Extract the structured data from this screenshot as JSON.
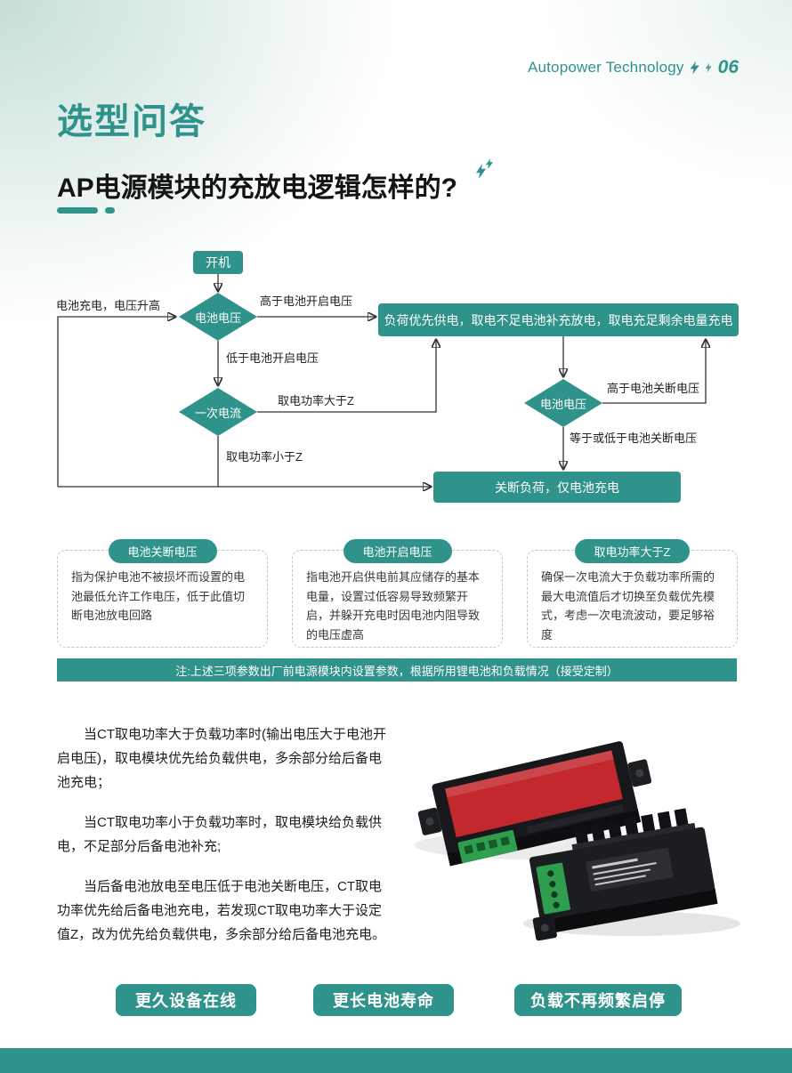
{
  "page": {
    "header": {
      "brand": "Autopower Technology",
      "page_number": "06"
    },
    "title": "选型问答",
    "subtitle": "AP电源模块的充放电逻辑怎样的?"
  },
  "flowchart": {
    "nodes": {
      "start": "开机",
      "battery_voltage_1": "电池电压",
      "primary_current": "一次电流",
      "battery_voltage_2": "电池电压",
      "load_priority": "负荷优先供电，取电不足电池补充放电，取电充足剩余电量充电",
      "cutoff": "关断负荷，仅电池充电"
    },
    "labels": {
      "charge_rise": "电池充电，电压升高",
      "above_start": "高于电池开启电压",
      "below_start": "低于电池开启电压",
      "power_gt_z": "取电功率大于Z",
      "power_lt_z": "取电功率小于Z",
      "above_cutoff": "高于电池关断电压",
      "at_below_cutoff": "等于或低于电池关断电压"
    }
  },
  "cards": [
    {
      "title": "电池关断电压",
      "body": "指为保护电池不被损坏而设置的电池最低允许工作电压，低于此值切断电池放电回路"
    },
    {
      "title": "电池开启电压",
      "body": "指电池开启供电前其应储存的基本电量，设置过低容易导致频繁开启，并躲开充电时因电池内阻导致的电压虚高"
    },
    {
      "title": "取电功率大于Z",
      "body": "确保一次电流大于负载功率所需的最大电流值后才切换至负载优先模式，考虑一次电流波动，要足够裕度"
    }
  ],
  "note": "注:上述三项参数出厂前电源模块内设置参数，根据所用锂电池和负载情况（接受定制）",
  "paragraphs": [
    "当CT取电功率大于负载功率时(输出电压大于电池开启电压)，取电模块优先给负载供电，多余部分给后备电池充电；",
    "当CT取电功率小于负载功率时，取电模块给负载供电，不足部分后备电池补充;",
    "当后备电池放电至电压低于电池关断电压，CT取电功率优先给后备电池充电，若发现CT取电功率大于设定值Z，改为优先给负载供电，多余部分给后备电池充电。"
  ],
  "benefits": [
    "更久设备在线",
    "更长电池寿命",
    "负载不再频繁启停"
  ],
  "images": {
    "product": "ap-power-module-photo"
  },
  "colors": {
    "primary": "#2f938b",
    "product_red": "#c2282e",
    "terminal_green": "#2f9e4e"
  }
}
